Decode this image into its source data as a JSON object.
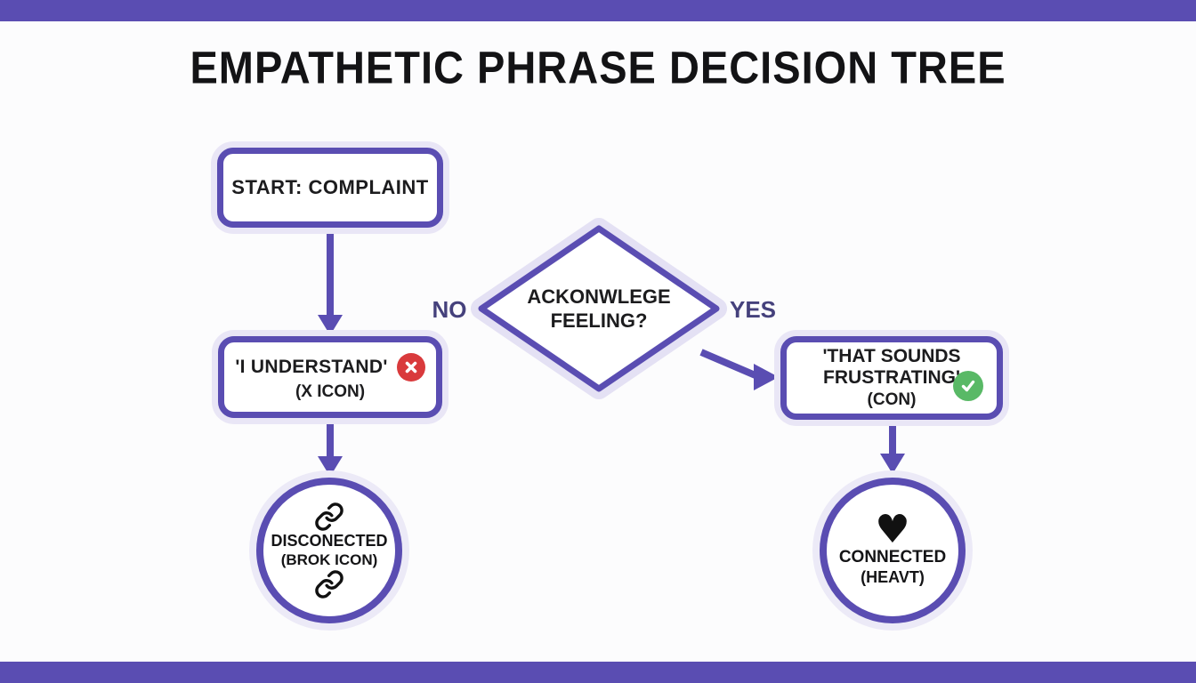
{
  "title": "EMPATHETIC PHRASE DECISION TREE",
  "colors": {
    "bar_purple": "#5a4db2",
    "node_border_purple": "#5a4db2",
    "halo_lavender": "#e9e6f6",
    "error_red": "#d93a3c",
    "success_green": "#59b966",
    "branch_label_indigo": "#45417c",
    "text_black": "#1c1c1e",
    "background": "#fcfcfd"
  },
  "flowchart": {
    "start": {
      "label": "START: COMPLAINT"
    },
    "decision": {
      "line1": "ACKONWLEGE",
      "line2": "FEELING?"
    },
    "branch_no": "NO",
    "branch_yes": "YES",
    "no_outcome": {
      "line1": "'I UNDERSTAND'",
      "line2": "(X ICON)",
      "icon": "x-circle-icon"
    },
    "yes_outcome": {
      "line1": "'THAT SOUNDS",
      "line2": "FRUSTRATING'",
      "line3": "(CON)",
      "icon": "check-circle-icon"
    },
    "no_result": {
      "line1": "DISCONECTED",
      "line2": "(BROK ICON)",
      "icon": "broken-link-icon"
    },
    "yes_result": {
      "line1": "CONNECTED",
      "line2": "(HEAVT)",
      "icon": "heart-icon",
      "heart_glyph": "♥"
    }
  }
}
